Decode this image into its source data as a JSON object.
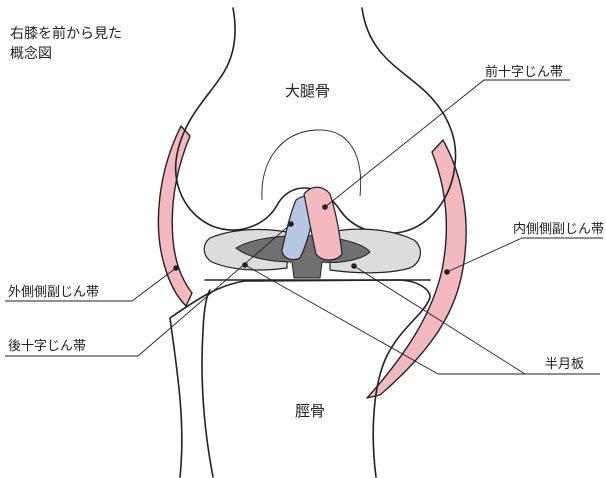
{
  "title": {
    "line1": "右膝を前から見た",
    "line2": "概念図"
  },
  "labels": {
    "femur": "大腿骨",
    "tibia": "脛骨",
    "acl": "前十字じん帯",
    "mcl": "内側側副じん帯",
    "lcl": "外側側副じん帯",
    "pcl": "後十字じん帯",
    "meniscus": "半月板"
  },
  "colors": {
    "ligament_pink": "#f3b9be",
    "pcl_blue": "#b7c6e3",
    "meniscus_gray": "#dcdcdc",
    "center_gray": "#707070",
    "outline": "#222222"
  }
}
